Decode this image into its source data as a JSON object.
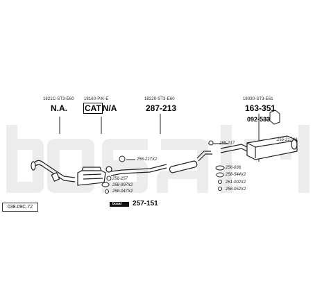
{
  "diagram_id": "038.09C.72",
  "watermark": "bosal",
  "callouts": [
    {
      "oem": "1821C-ST3-E60",
      "part": "N.A."
    },
    {
      "oem": "18160-PIK-E",
      "part_cat": "CAT",
      "part_rest": "N/A"
    },
    {
      "oem": "18220-ST3-E60",
      "part": "287-213"
    },
    {
      "oem": "18030-ST3-E61",
      "part": "163-351"
    }
  ],
  "hardware": {
    "h255_217": "255-217",
    "h255_217x2": "255-217X2",
    "h256_217x2": "256-217X2",
    "h256_036": "256-036",
    "h258_544x2": "258-544X2",
    "h251_002x2": "251-002X2",
    "h258_052x2": "258-052X2",
    "h092_533": "092-533",
    "h256_257": "256-257",
    "h258_997x2": "258-997X2",
    "h258_047x2": "258-047X2"
  },
  "kit": {
    "logo": "bosal",
    "part": "257-151"
  }
}
